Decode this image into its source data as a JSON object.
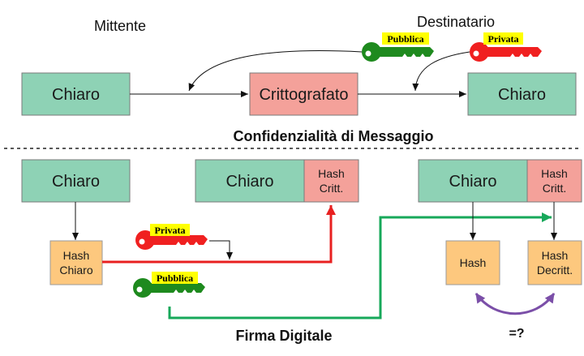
{
  "labels": {
    "sender": "Mittente",
    "receiver": "Destinatario",
    "confidentiality_title": "Confidenzialità di Messaggio",
    "signature_title": "Firma Digitale",
    "compare": "=?"
  },
  "confidentiality": {
    "plain_sender": "Chiaro",
    "encrypted": "Crittografato",
    "plain_receiver": "Chiaro",
    "public_key": "Pubblica",
    "private_key": "Privata"
  },
  "signature": {
    "plain": "Chiaro",
    "hash_plain": [
      "Hash",
      "Chiaro"
    ],
    "private_key": "Privata",
    "public_key": "Pubblica",
    "signed_plain": "Chiaro",
    "signed_hash": [
      "Hash",
      "Critt."
    ],
    "recv_plain": "Chiaro",
    "recv_hash_encrypted": [
      "Hash",
      "Critt."
    ],
    "recv_hash": "Hash",
    "recv_hash_decrypted": [
      "Hash",
      "Decritt."
    ]
  },
  "colors": {
    "plain_fill": "#8ed2b5",
    "encrypted_fill": "#f4a19a",
    "hash_fill": "#fdc87e",
    "key_green": "#1e8a1e",
    "key_red": "#f02020",
    "tag_yellow": "#ffff00",
    "red_line": "#e82020",
    "green_line": "#17a85a",
    "purple_arrow": "#7b4fa8"
  }
}
